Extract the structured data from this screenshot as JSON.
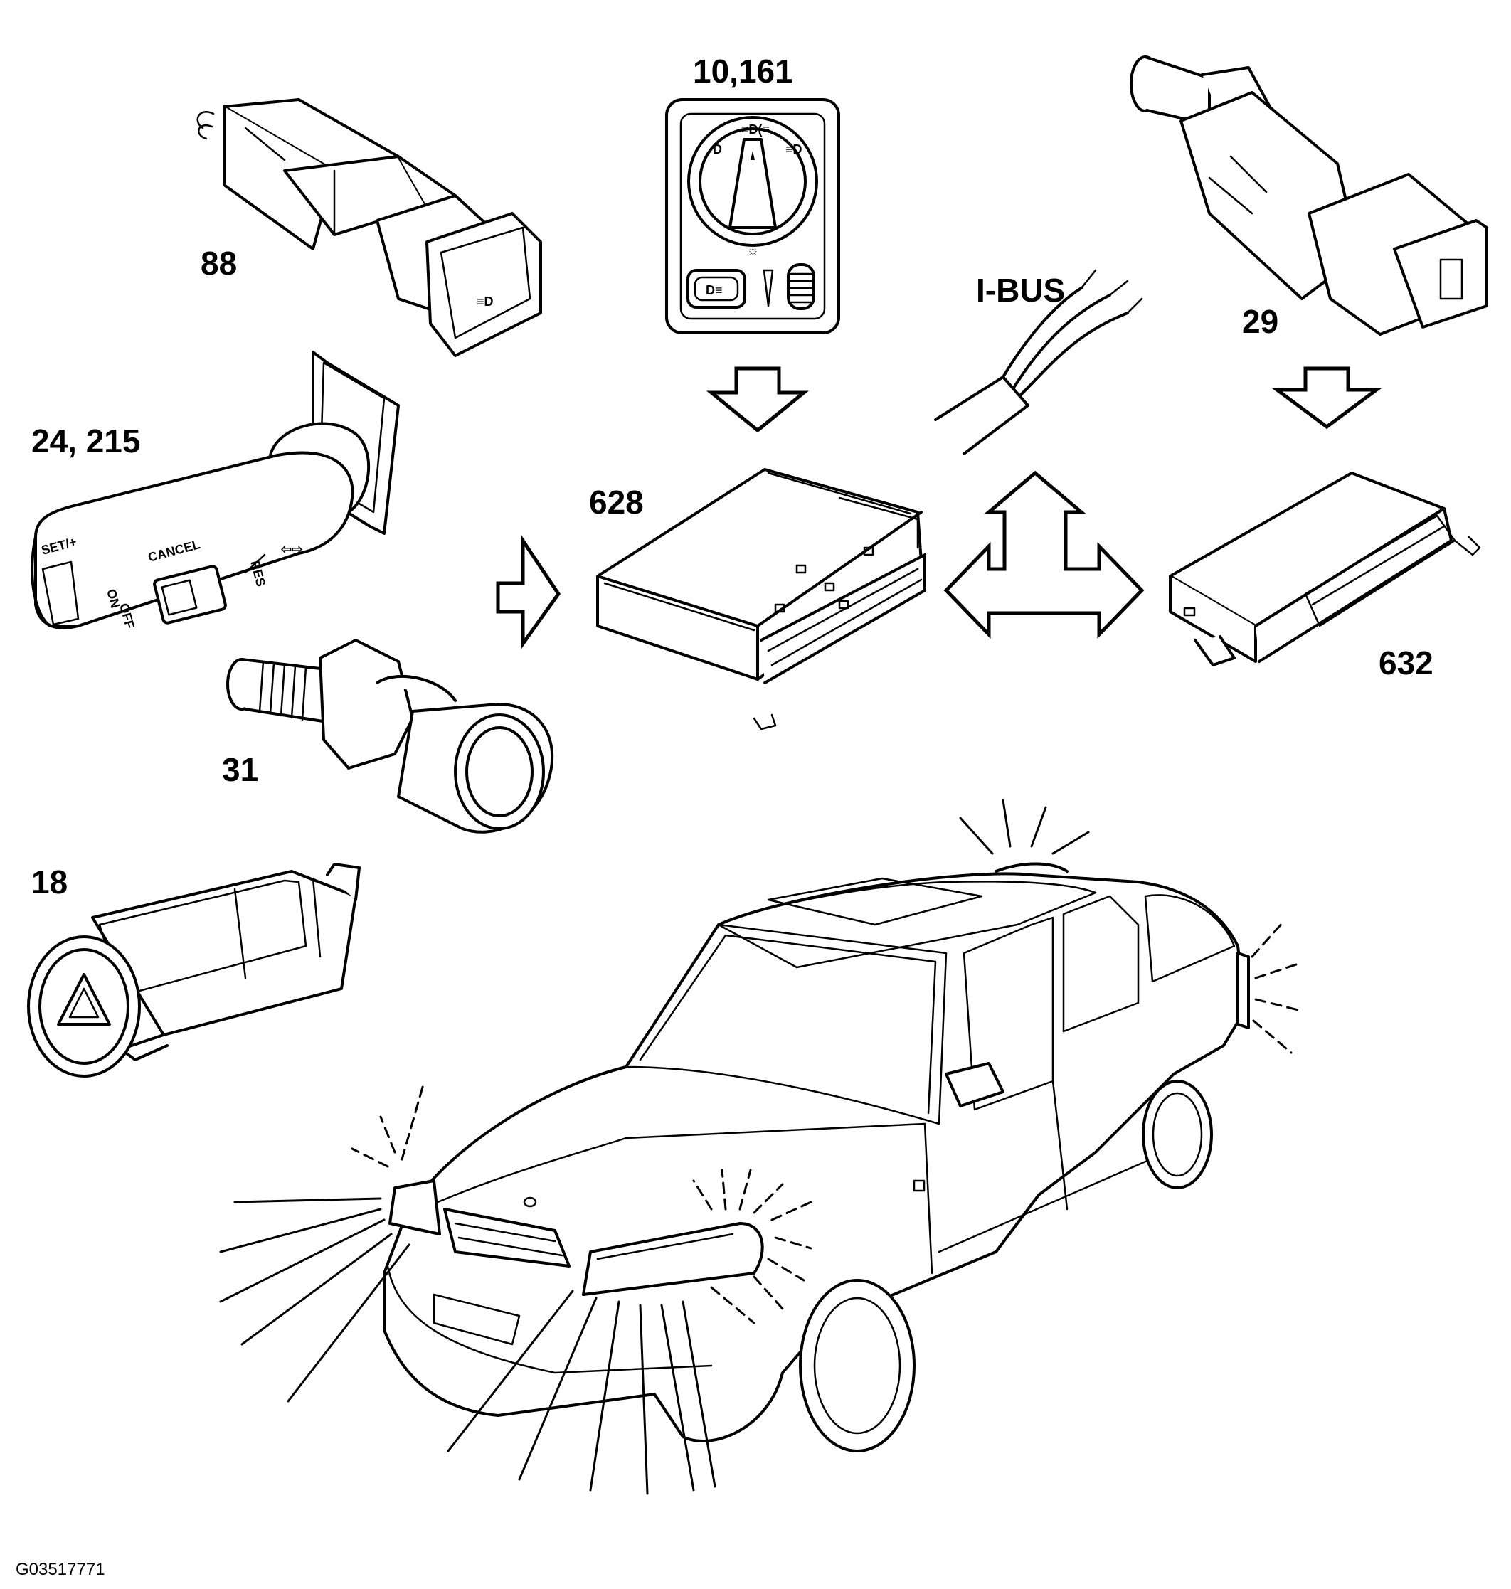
{
  "labels": {
    "light_switch": "10,161",
    "fog_switch": "88",
    "cruise_stalk": "24, 215",
    "reverse_switch": "31",
    "hazard_switch": "18",
    "main_module": "628",
    "bus": "I-BUS",
    "brake_switch": "29",
    "second_module": "632"
  },
  "stalk_markings": {
    "set": "SET/+",
    "cancel": "CANCEL",
    "res": "RES",
    "on": "ON",
    "off": "OFF"
  },
  "figure_id": "G03517771"
}
